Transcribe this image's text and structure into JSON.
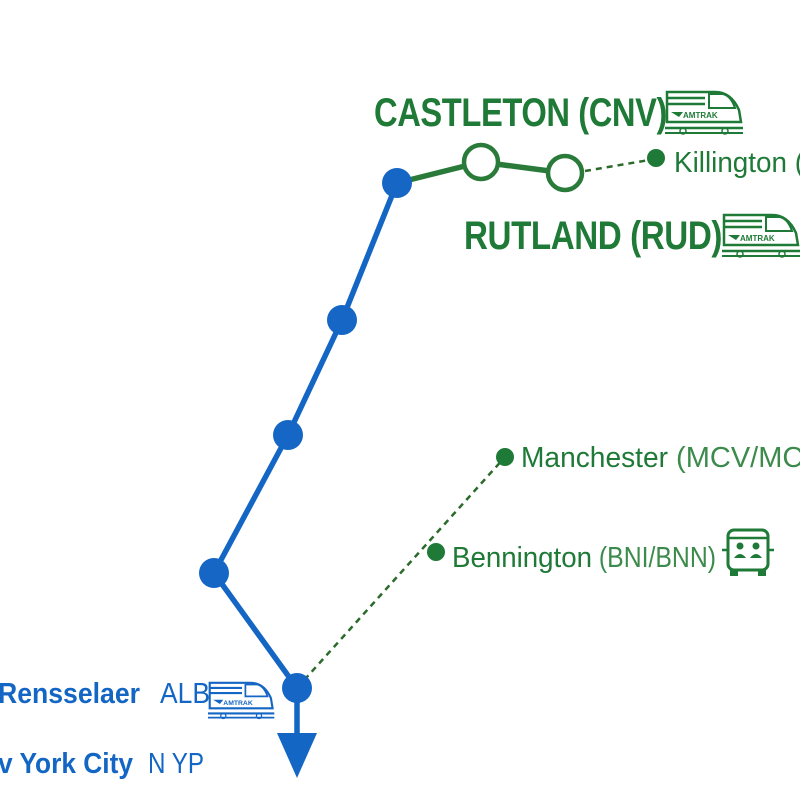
{
  "colors": {
    "blue_line": "#1466c4",
    "blue_stop": "#1566c5",
    "green_line": "#2a7a3a",
    "green_dark": "#1e7a36",
    "dashed": "#2a6a2a",
    "white": "#ffffff"
  },
  "stations": {
    "castleton": {
      "label": "CASTLETON (CNV)",
      "icon": "amtrak-train-icon",
      "badge_text": "AMTRAK"
    },
    "rutland": {
      "label": "RUTLAND (RUD)",
      "icon": "amtrak-train-icon",
      "badge_text": "AMTRAK"
    },
    "killington": {
      "label": "Killington ("
    },
    "manchester": {
      "label_main": "Manchester",
      "label_code": " (MCV/MCC"
    },
    "bennington": {
      "label_main": "Bennington",
      "label_code": " (BNI/BNN)",
      "icon": "bus-icon"
    },
    "albany": {
      "label": "Rensselaer",
      "code": "ALB",
      "icon": "amtrak-train-icon",
      "badge_text": "AMTRAK"
    },
    "nyc": {
      "label": "v York City",
      "code": "N YP"
    }
  },
  "direction_icon": "arrow-down-icon"
}
